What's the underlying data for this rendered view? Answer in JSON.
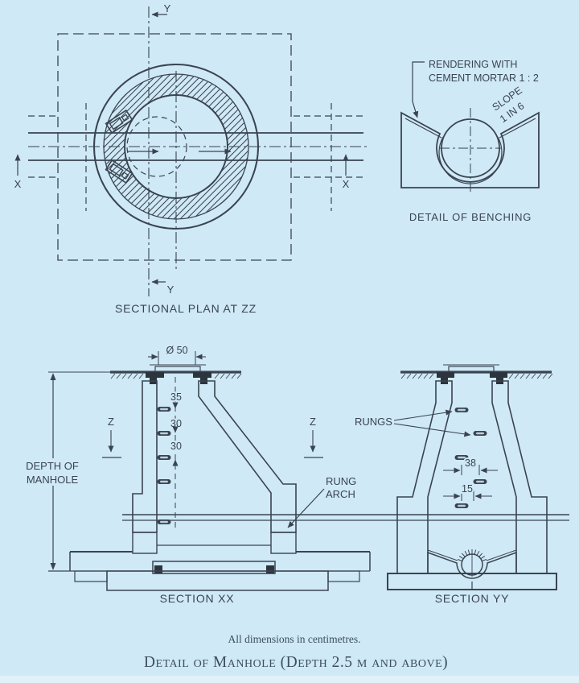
{
  "colors": {
    "background": "#cfe9f6",
    "line": "#3a4450",
    "text": "#3a4450"
  },
  "plan": {
    "title": "SECTIONAL PLAN AT ZZ",
    "mark_y_top": "Y",
    "mark_y_bottom": "Y",
    "mark_x_left": "X",
    "mark_x_right": "X"
  },
  "benching": {
    "title": "DETAIL OF BENCHING",
    "note_line1": "RENDERING WITH",
    "note_line2": "CEMENT MORTAR 1 : 2",
    "slope_word": "SLOPE",
    "slope_ratio": "1 IN 6"
  },
  "section_xx": {
    "title": "SECTION XX",
    "cover_dia": "Ø 50",
    "dim_top": "35",
    "dim_mid": "30",
    "dim_bot": "30",
    "depth_line1": "DEPTH OF",
    "depth_line2": "MANHOLE",
    "rung_arch_line1": "RUNG",
    "rung_arch_line2": "ARCH",
    "mark_z_left": "Z",
    "mark_z_right": "Z"
  },
  "section_yy": {
    "title": "SECTION YY",
    "rungs_label": "RUNGS",
    "dim_stagger": "38",
    "dim_offset": "15"
  },
  "footer": {
    "note": "All dimensions in centimetres.",
    "title": "Detail of Manhole (Depth 2.5 m and above)"
  }
}
